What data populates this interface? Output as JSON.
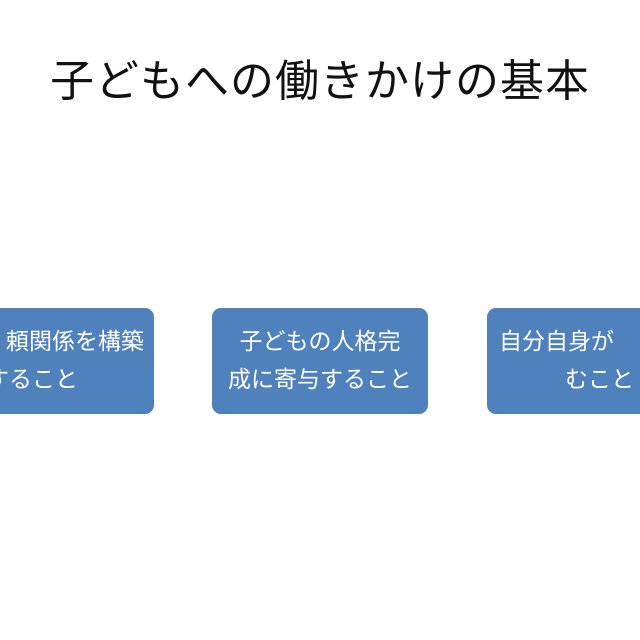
{
  "title": "子どもへの働きかけの基本",
  "boxes": [
    {
      "line1": "頼関係を構築",
      "line2": "すること"
    },
    {
      "line1": "子どもの人格完",
      "line2": "成に寄与すること"
    },
    {
      "line1": "自分自身が",
      "line2": "むこと"
    }
  ],
  "colors": {
    "box_fill": "#4f81bd",
    "box_text": "#ffffff",
    "title_text": "#111111",
    "background": "#ffffff"
  }
}
